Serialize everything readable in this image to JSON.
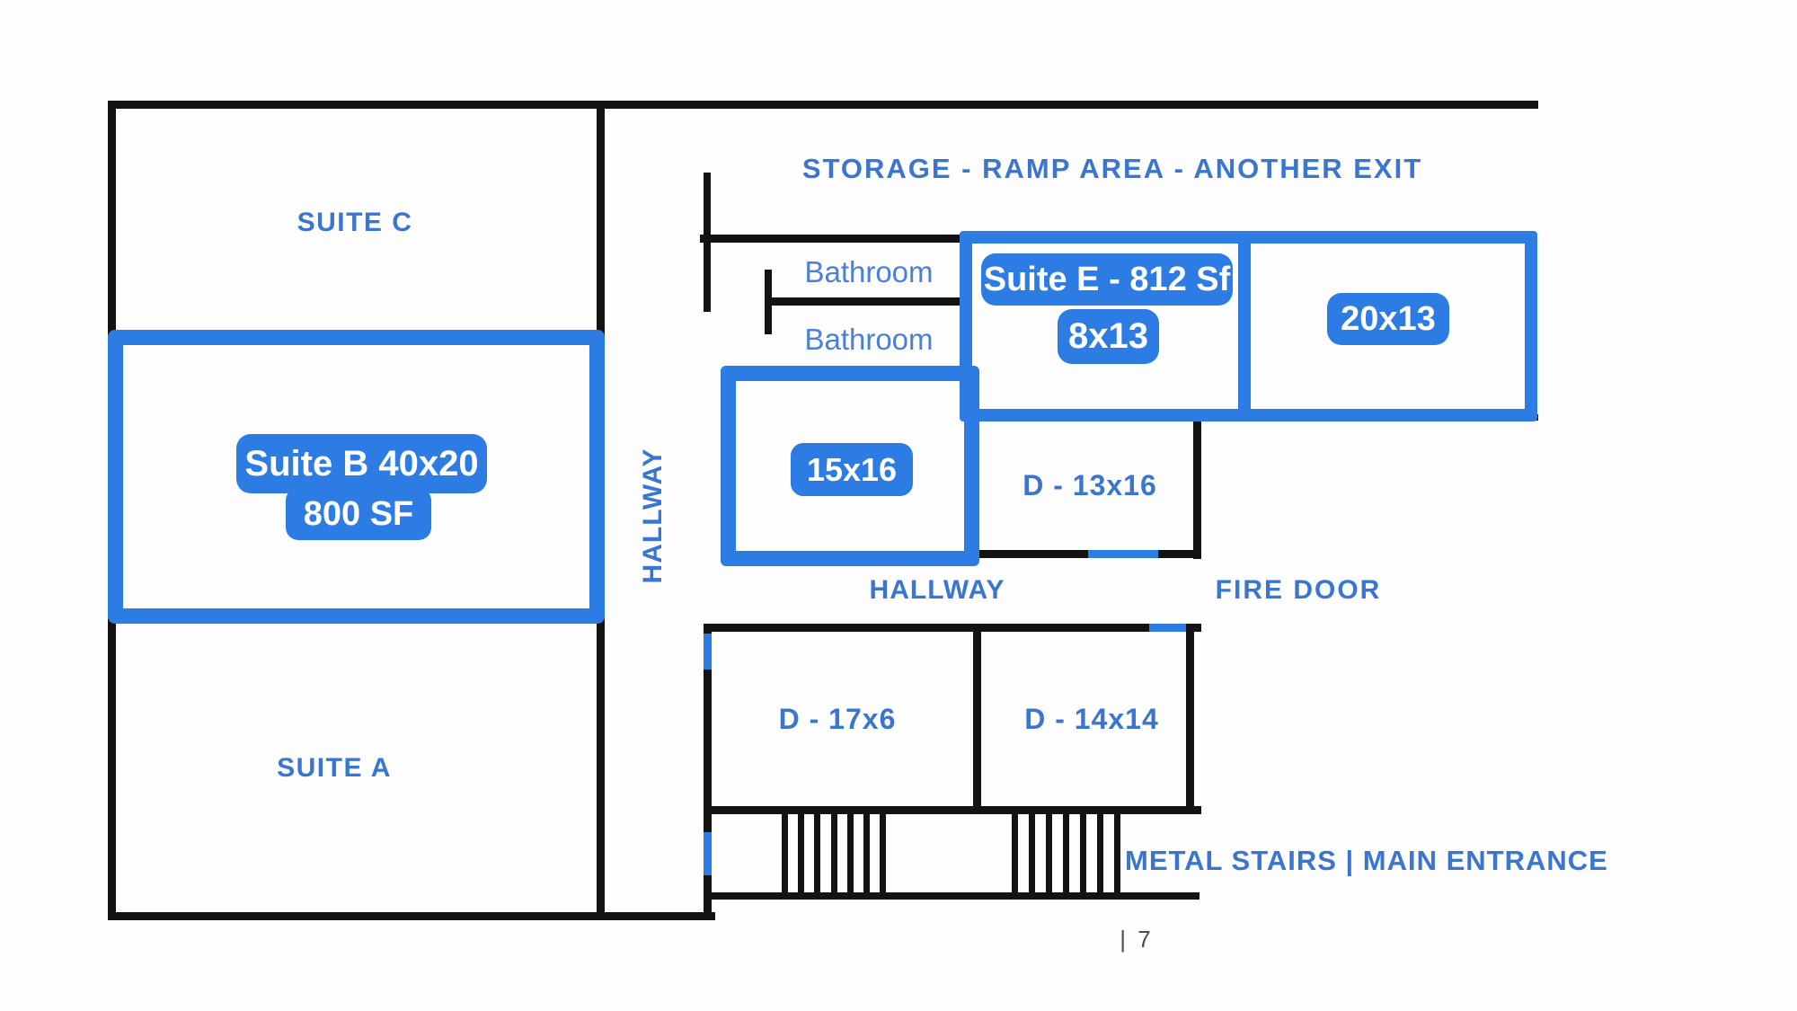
{
  "plan": {
    "suite_c": "SUITE C",
    "suite_a": "SUITE A",
    "suite_b": {
      "line1": "Suite B 40x20",
      "line2": "800 SF"
    },
    "storage_header": "STORAGE - RAMP AREA - ANOTHER EXIT",
    "bathroom_upper": "Bathroom",
    "bathroom_lower": "Bathroom",
    "suite_e": {
      "name": "Suite E - 812 Sf",
      "dim": "8x13"
    },
    "room_20x13": "20x13",
    "room_15x16": "15x16",
    "room_d_13x16": "D - 13x16",
    "room_d_17x6": "D - 17x6",
    "room_d_14x14": "D - 14x14",
    "hallway_vertical": "HALLWAY",
    "hallway_horizontal": "HALLWAY",
    "fire_door": "FIRE DOOR",
    "metal_stairs": "METAL STAIRS | MAIN ENTRANCE",
    "footer": "| 7"
  },
  "colors": {
    "accent": "#2d7ce4",
    "wall": "#131313",
    "text_blue": "#3a76cf",
    "text_blue_light": "#4a80d8",
    "badge_text": "#ffffff",
    "footer": "#4c4c4c",
    "bg": "#fdfdfd"
  }
}
